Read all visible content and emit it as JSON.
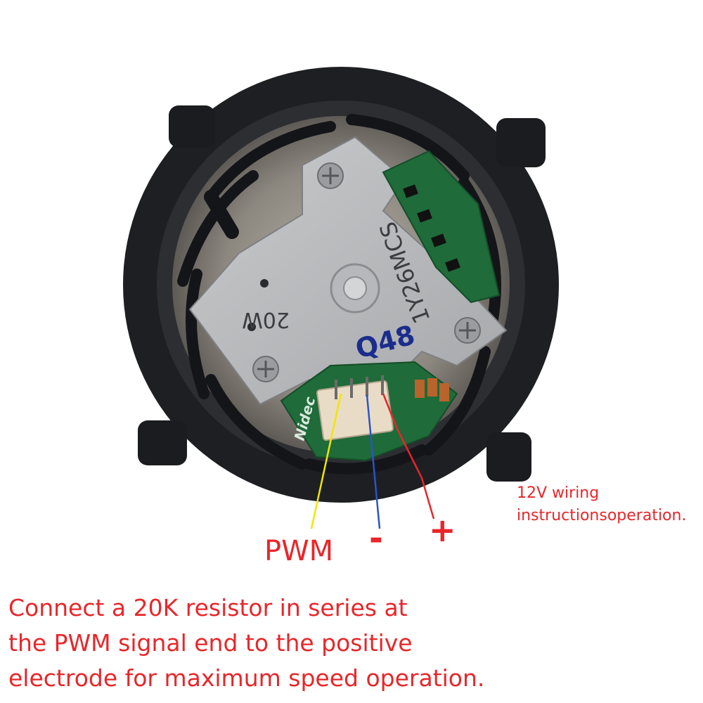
{
  "labels": {
    "wiring_line1": "12V wiring",
    "wiring_line2": "instructionsoperation.",
    "pwm": "PWM",
    "minus": "-",
    "plus": "+"
  },
  "note": {
    "line1": "Connect a 20K resistor in series at",
    "line2": " the PWM signal end to the positive",
    "line3": " electrode for maximum speed operation."
  },
  "photo": {
    "board_marking": "20W",
    "model_marking": "1Y26MCS",
    "handwritten": "Q48",
    "brand": "Nidec"
  },
  "colors": {
    "annotation_text": "#e8262a",
    "wire_pwm": "#f2e600",
    "wire_negative": "#2a55c8",
    "wire_positive": "#e8262a"
  }
}
